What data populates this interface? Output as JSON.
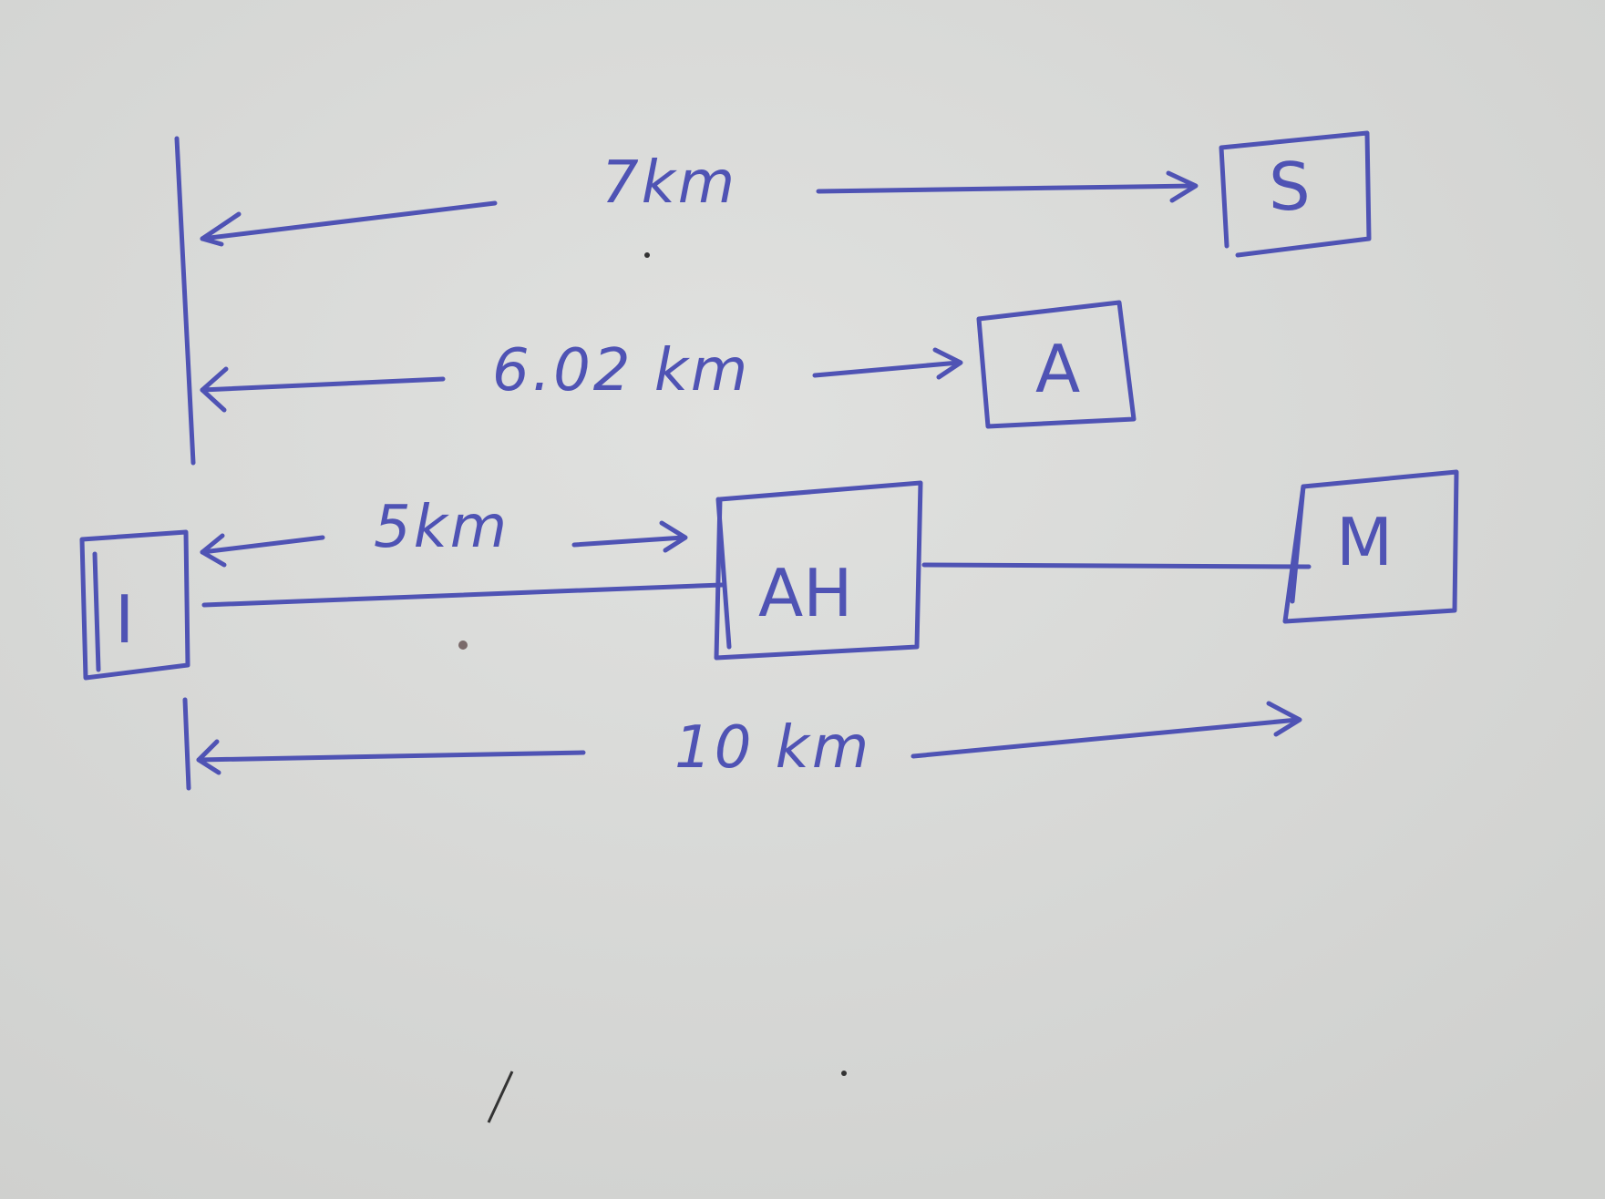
{
  "diagram": {
    "ink_color": "#4f53b4",
    "paper_color": "#d6d7d5",
    "nodes": {
      "S": "S",
      "A": "A",
      "AH": "AH",
      "M": "M",
      "I": "I"
    },
    "distances": {
      "to_S": "7km",
      "to_A": "6.02 km",
      "I_to_AH": "5km",
      "to_M": "10 km"
    }
  }
}
